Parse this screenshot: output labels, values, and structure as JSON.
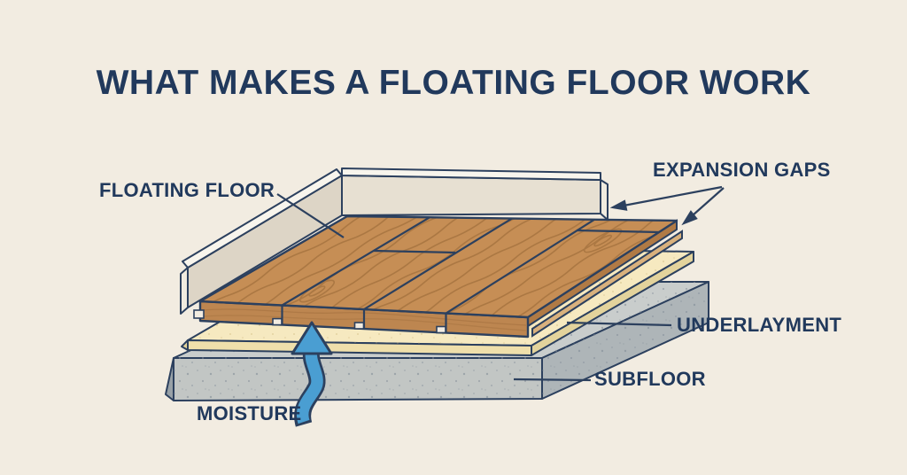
{
  "title": {
    "text": "WHAT MAKES A FLOATING FLOOR WORK"
  },
  "labels": {
    "floating_floor": "FLOATING FLOOR",
    "expansion_gaps": "EXPANSION GAPS",
    "underlayment": "UNDERLAYMENT",
    "subfloor": "SUBFLOOR",
    "moisture": "MOISTURE"
  },
  "colors": {
    "background": "#f2ece1",
    "text_navy": "#21395c",
    "outline_navy": "#2c405e",
    "wood_top": "#c68e55",
    "wood_front": "#bd8650",
    "wood_side": "#b07a45",
    "wood_tongue": "#d9b17d",
    "wood_grain": "#a2703e",
    "wall_face_back": "#e7e0d2",
    "wall_face_left": "#ddd5c6",
    "wall_top": "#f8f5ed",
    "wall_end": "#f1ece0",
    "underlayment_top": "#f6e9c0",
    "underlayment_front": "#efdfab",
    "underlayment_side": "#e3d39c",
    "subfloor_top": "#c9cdcc",
    "subfloor_front": "#c2c6c4",
    "subfloor_side": "#aeb5b8",
    "moisture_blue": "#4a9ed2"
  }
}
